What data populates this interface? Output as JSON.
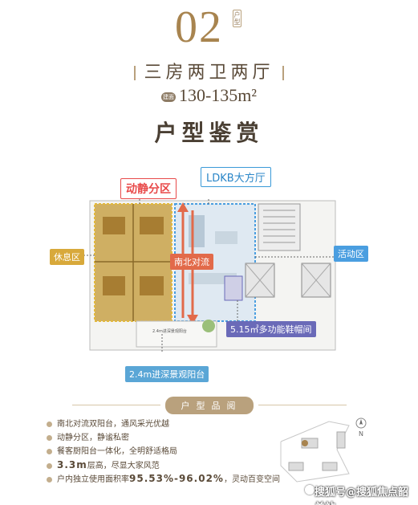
{
  "header": {
    "number": "02",
    "tag": "户型",
    "title_part1": "三房两卫两厅",
    "area_tag": "建面",
    "area": "130-135m²",
    "appreciation": "户型鉴赏"
  },
  "plan": {
    "dong_jing": "动静分区",
    "ldkb": "LDKB大方厅",
    "xiuxi": "休息区",
    "nanbei": "南北对流",
    "huodong": "活动区",
    "xiegui": "5.15㎡多功能鞋帽间",
    "yangtai": "2.4m进深景观阳台",
    "balcony_inner": "2.4m进深景观阳台"
  },
  "pinyue": {
    "title": "户型品阅",
    "features": [
      {
        "text": "南北对流双阳台，通风采光优越"
      },
      {
        "text": "动静分区，静谧私密"
      },
      {
        "text": "餐客厨阳台一体化，全明舒适格局"
      },
      {
        "strong": "3.3m",
        "text": "层高，尽显大家风范"
      },
      {
        "prefix": "户内独立使用面积率",
        "strong": "95.53%-96.02%",
        "text": "，灵动百变空间"
      }
    ]
  },
  "compass": "N",
  "watermark": "搜狐号@搜狐焦点韶关站",
  "colors": {
    "gold": "#a8844f",
    "red": "#e84a4a",
    "blue": "#3a9ad8",
    "yellow": "#d8a93b",
    "purple": "#6a6ab8"
  }
}
